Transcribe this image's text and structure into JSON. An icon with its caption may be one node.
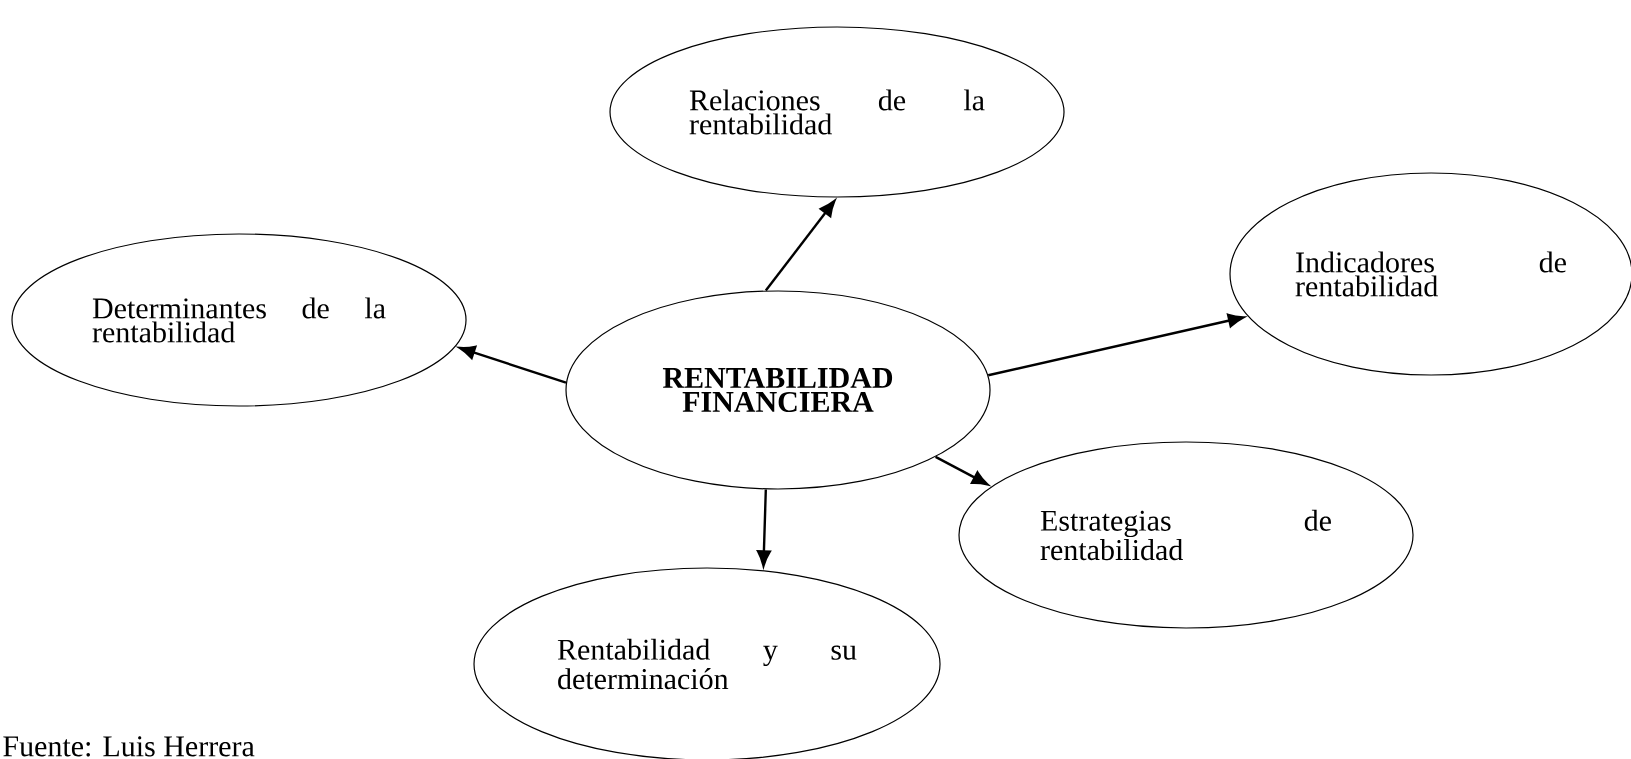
{
  "diagram": {
    "caption": "Fuente: Luis Herrera",
    "nodes": [
      {
        "text": [
          "RENTABILIDAD FINANCIERA"
        ]
      },
      {
        "text": [
          "Relaciones de la rentabilidad"
        ]
      },
      {
        "text": [
          "Determinantes de la rentabilidad"
        ]
      },
      {
        "text": [
          "Indicadores de rentabilidad"
        ]
      },
      {
        "text": [
          "Estrategias de rentabilidad"
        ]
      },
      {
        "text": [
          "Rentabilidad y su determinación"
        ]
      }
    ],
    "edges": [
      {
        "from": 0,
        "to": 1,
        "arrow": "to"
      },
      {
        "from": 0,
        "to": 2,
        "arrow": "to"
      },
      {
        "from": 0,
        "to": 3,
        "arrow": "to"
      },
      {
        "from": 0,
        "to": 4,
        "arrow": "to"
      },
      {
        "from": 0,
        "to": 5,
        "arrow": "to"
      }
    ]
  }
}
